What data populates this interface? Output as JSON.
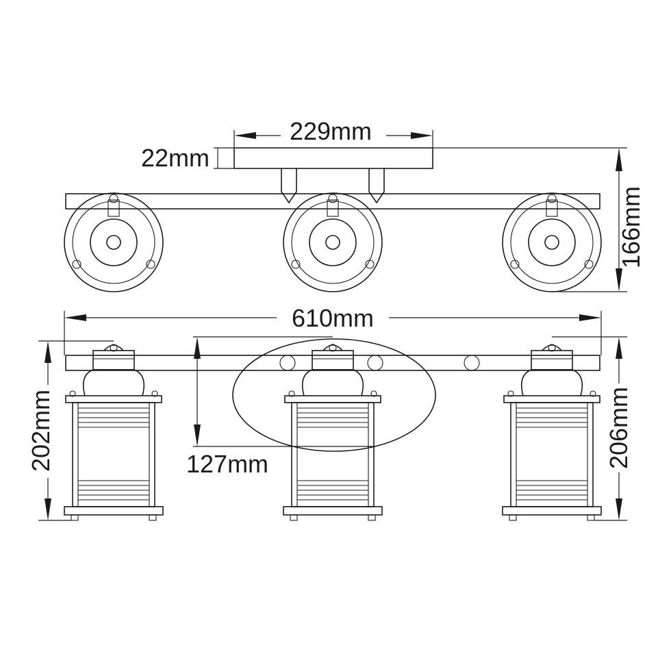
{
  "dimensions": {
    "canopy_width": "229mm",
    "canopy_depth": "22mm",
    "top_height": "166mm",
    "overall_width": "610mm",
    "left_height": "202mm",
    "projection": "127mm",
    "right_height": "206mm"
  },
  "colors": {
    "line": "#1a1a1a",
    "background": "#ffffff"
  }
}
